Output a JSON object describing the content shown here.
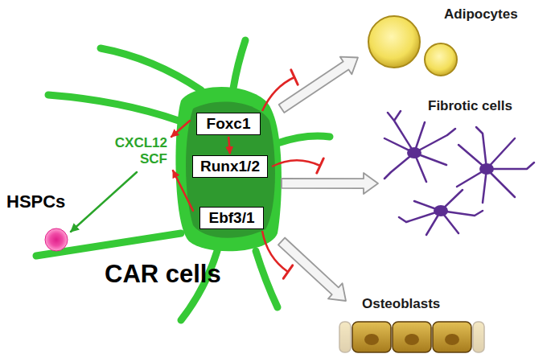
{
  "diagram": {
    "nodes": [
      {
        "text": [
          "CXCL12 SCF",
          "CAR cells"
        ]
      },
      {
        "text": [
          "Foxc1"
        ],
        "in": 0
      },
      {
        "text": [
          "Runx1/2"
        ],
        "in": 0
      },
      {
        "text": [
          "Ebf3/1"
        ],
        "in": 0
      },
      {
        "text": [
          "HSPCs"
        ]
      },
      {
        "text": [
          "Adipocytes"
        ]
      },
      {
        "text": [
          "Fibrotic cells"
        ]
      },
      {
        "text": [
          "Osteoblasts"
        ]
      }
    ],
    "edges": [
      {
        "from": 1,
        "to": 2,
        "arrow": "to"
      },
      {
        "from": 0,
        "to": 5,
        "arrow": "to"
      },
      {
        "from": 0,
        "to": 6,
        "arrow": "to"
      },
      {
        "from": 0,
        "to": 7,
        "arrow": "to"
      }
    ]
  }
}
